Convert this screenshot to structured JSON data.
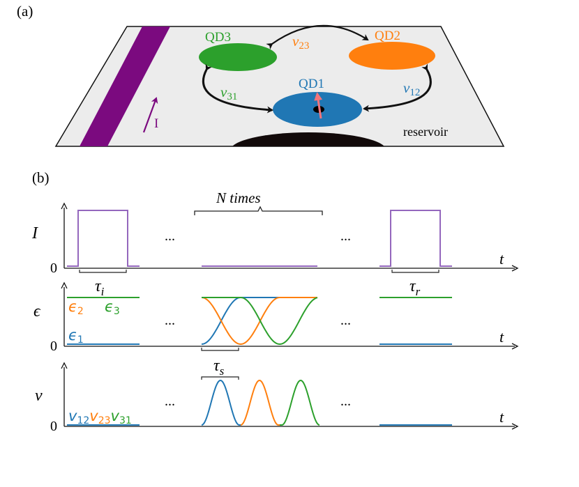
{
  "panel_a": {
    "label": "(a)",
    "dots": [
      {
        "id": "qd1",
        "name": "QD1",
        "color": "#2077b4"
      },
      {
        "id": "qd2",
        "name": "QD2",
        "color": "#ff7f0e"
      },
      {
        "id": "qd3",
        "name": "QD3",
        "color": "#2ca02c"
      }
    ],
    "couplings": {
      "v23": {
        "base": "v",
        "sub": "23",
        "color": "#ff7f0e"
      },
      "v31": {
        "base": "v",
        "sub": "31",
        "color": "#2ca02c"
      },
      "v12": {
        "base": "v",
        "sub": "12",
        "color": "#2077b4"
      }
    },
    "current_label": "I",
    "reservoir_label": "reservoir",
    "colors": {
      "wire": "#7b0a7f",
      "surface": "#ececec",
      "spin": "#f4747a",
      "reservoir": "#120a0a"
    }
  },
  "panel_b": {
    "label": "(b)",
    "ellipsis": "...",
    "n_times_label": "N times",
    "time_label": "t",
    "zero_label": "0",
    "row_I": {
      "ylabel": "I",
      "tau": {
        "base": "τ",
        "sub": "i"
      },
      "tau_r": {
        "base": "τ",
        "sub": "r"
      }
    },
    "row_eps": {
      "ylabel": "ϵ",
      "e2": {
        "base": "ϵ",
        "sub": "2",
        "color": "#ff7f0e"
      },
      "e3": {
        "base": "ϵ",
        "sub": "3",
        "color": "#2ca02c"
      },
      "e1": {
        "base": "ϵ",
        "sub": "1",
        "color": "#2077b4"
      },
      "tau_s": {
        "base": "τ",
        "sub": "s"
      }
    },
    "row_v": {
      "ylabel": "v",
      "v12": {
        "base": "v",
        "sub": "12",
        "color": "#2077b4"
      },
      "v23": {
        "base": "v",
        "sub": "23",
        "color": "#ff7f0e"
      },
      "v31": {
        "base": "v",
        "sub": "31",
        "color": "#2ca02c"
      }
    },
    "colors": {
      "pulse": "#9467bd"
    }
  }
}
